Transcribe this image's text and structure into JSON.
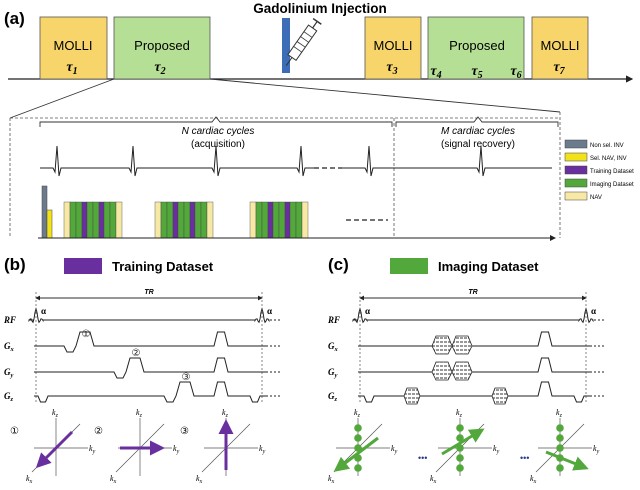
{
  "title": "Gadolinium Injection",
  "panel_a": {
    "label": "(a)",
    "blocks": [
      {
        "name": "MOLLI",
        "sub": "1"
      },
      {
        "name": "Proposed",
        "sub": "2"
      },
      {
        "name": "MOLLI",
        "sub": "3"
      },
      {
        "name": "Proposed",
        "subs": [
          "4",
          "5",
          "6"
        ]
      },
      {
        "name": "MOLLI",
        "sub": "7"
      }
    ],
    "acq_label_1": "N cardiac cycles",
    "acq_label_2": "(acquisition)",
    "rec_label_1": "M cardiac cycles",
    "rec_label_2": "(signal recovery)",
    "legend": [
      {
        "label": "Non sel. INV",
        "color": "#6b7b8c"
      },
      {
        "label": "Sel. NAV, INV",
        "color": "#f2e21a"
      },
      {
        "label": "Training Dataset",
        "color": "#6a2f9e"
      },
      {
        "label": "Imaging Dataset",
        "color": "#52a83a"
      },
      {
        "label": "NAV",
        "color": "#f7e8a6"
      }
    ]
  },
  "panel_b": {
    "label": "(b)",
    "legend_label": "Training Dataset",
    "tr_label": "TR",
    "alpha": "α",
    "rows": [
      "RF",
      "G",
      "G",
      "G"
    ],
    "row_subs": [
      "",
      "x",
      "y",
      "z"
    ],
    "markers": [
      "①",
      "②",
      "③"
    ],
    "kspace_markers": [
      "①",
      "②",
      "③"
    ]
  },
  "panel_c": {
    "label": "(c)",
    "legend_label": "Imaging Dataset",
    "tr_label": "TR",
    "alpha": "α",
    "rows": [
      "RF",
      "G",
      "G",
      "G"
    ],
    "row_subs": [
      "",
      "x",
      "y",
      "z"
    ],
    "ellipsis": "•••"
  },
  "kaxes": {
    "kz": "k",
    "kz_sub": "z",
    "ky": "k",
    "ky_sub": "y",
    "kx": "k",
    "kx_sub": "x"
  },
  "colors": {
    "molli": "#f8d56b",
    "proposed": "#b5df94",
    "purple": "#6a2f9e",
    "green": "#52a83a",
    "syringe": "#3c6db6"
  }
}
